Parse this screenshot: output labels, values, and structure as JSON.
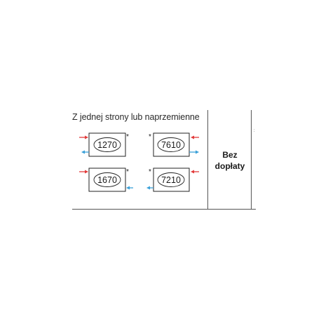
{
  "title": "Z jednej strony lub naprzemienne",
  "cell": {
    "line1": "Bez",
    "line2": "dopłaty"
  },
  "radiators": [
    {
      "code": "1270",
      "star": "*"
    },
    {
      "code": "7610",
      "star": "*"
    },
    {
      "code": "1670",
      "star": "*"
    },
    {
      "code": "7210",
      "star": "*"
    }
  ],
  "side_mark": ":",
  "colors": {
    "supply": "#e23a3a",
    "return": "#3aa0d8",
    "line": "#555555",
    "box": "#222222"
  }
}
